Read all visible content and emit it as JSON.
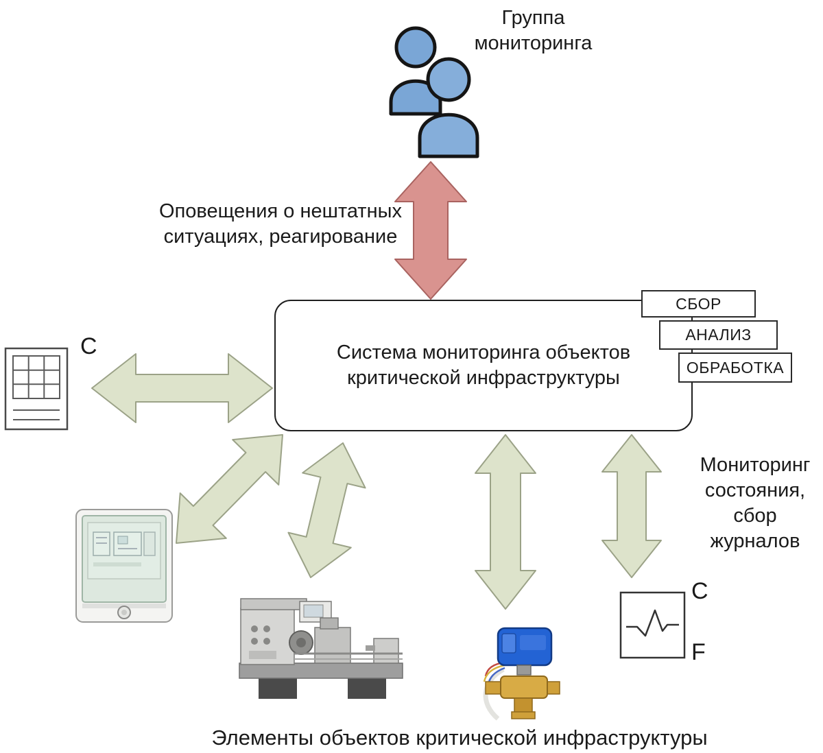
{
  "diagram": {
    "top": {
      "group_label": "Группа\nмониторинга"
    },
    "alert_flow": {
      "label": "Оповещения о нештатных\nситуациях, реагирование"
    },
    "system_box": {
      "label": "Система мониторинга объектов\nкритической инфраструктуры",
      "tags": [
        "СБОР",
        "АНАЛИЗ",
        "ОБРАБОТКА"
      ]
    },
    "left_node": {
      "letter": "С"
    },
    "right_flow": {
      "label": "Мониторинг\nсостояния,\nсбор\nжурналов"
    },
    "waveform_node": {
      "letter_top": "С",
      "letter_bottom": "F"
    },
    "bottom_caption": "Элементы объектов критической инфраструктуры",
    "icons": {
      "people": "monitoring-group-people-icon",
      "grid": "schematic-grid-icon",
      "cabinet": "electrical-cabinet-image",
      "lathe": "lathe-machine-image",
      "valve": "motorized-valve-image",
      "waveform": "waveform-chart-icon"
    },
    "colors": {
      "alert_arrow_fill": "#d9938f",
      "alert_arrow_stroke": "#a96360",
      "link_arrow_fill": "#dde3cb",
      "link_arrow_stroke": "#9ba287",
      "person_fill_back": "#7aa6d6",
      "person_fill_front": "#85aeda",
      "outline": "#1a1a1a"
    }
  }
}
